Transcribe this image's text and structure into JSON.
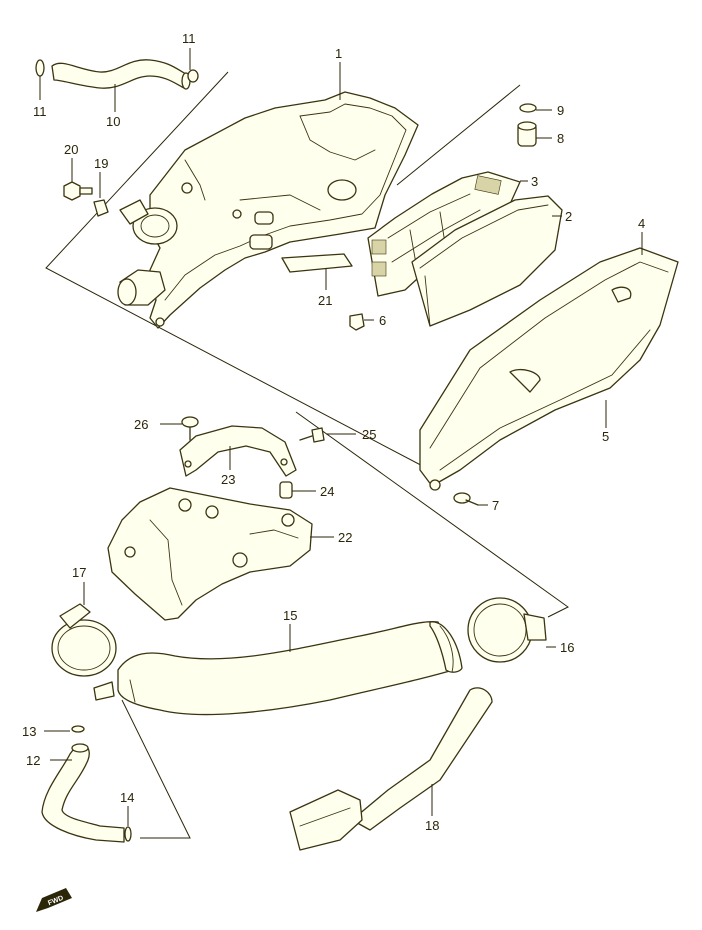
{
  "diagram": {
    "colors": {
      "line": "#3a3410",
      "part_fill": "#ffffee",
      "background": "#ffffff"
    },
    "labels": [
      {
        "id": "p1",
        "text": "1"
      },
      {
        "id": "p2",
        "text": "2"
      },
      {
        "id": "p3",
        "text": "3"
      },
      {
        "id": "p4",
        "text": "4"
      },
      {
        "id": "p5",
        "text": "5"
      },
      {
        "id": "p6",
        "text": "6"
      },
      {
        "id": "p7",
        "text": "7"
      },
      {
        "id": "p8",
        "text": "8"
      },
      {
        "id": "p9",
        "text": "9"
      },
      {
        "id": "p10",
        "text": "10"
      },
      {
        "id": "p11a",
        "text": "11"
      },
      {
        "id": "p11b",
        "text": "11"
      },
      {
        "id": "p12",
        "text": "12"
      },
      {
        "id": "p13",
        "text": "13"
      },
      {
        "id": "p14",
        "text": "14"
      },
      {
        "id": "p15",
        "text": "15"
      },
      {
        "id": "p16",
        "text": "16"
      },
      {
        "id": "p17",
        "text": "17"
      },
      {
        "id": "p18",
        "text": "18"
      },
      {
        "id": "p19",
        "text": "19"
      },
      {
        "id": "p20",
        "text": "20"
      },
      {
        "id": "p21",
        "text": "21"
      },
      {
        "id": "p22",
        "text": "22"
      },
      {
        "id": "p23",
        "text": "23"
      },
      {
        "id": "p24",
        "text": "24"
      },
      {
        "id": "p25",
        "text": "25"
      },
      {
        "id": "p26",
        "text": "26"
      }
    ],
    "fwd_badge": "FWD"
  }
}
